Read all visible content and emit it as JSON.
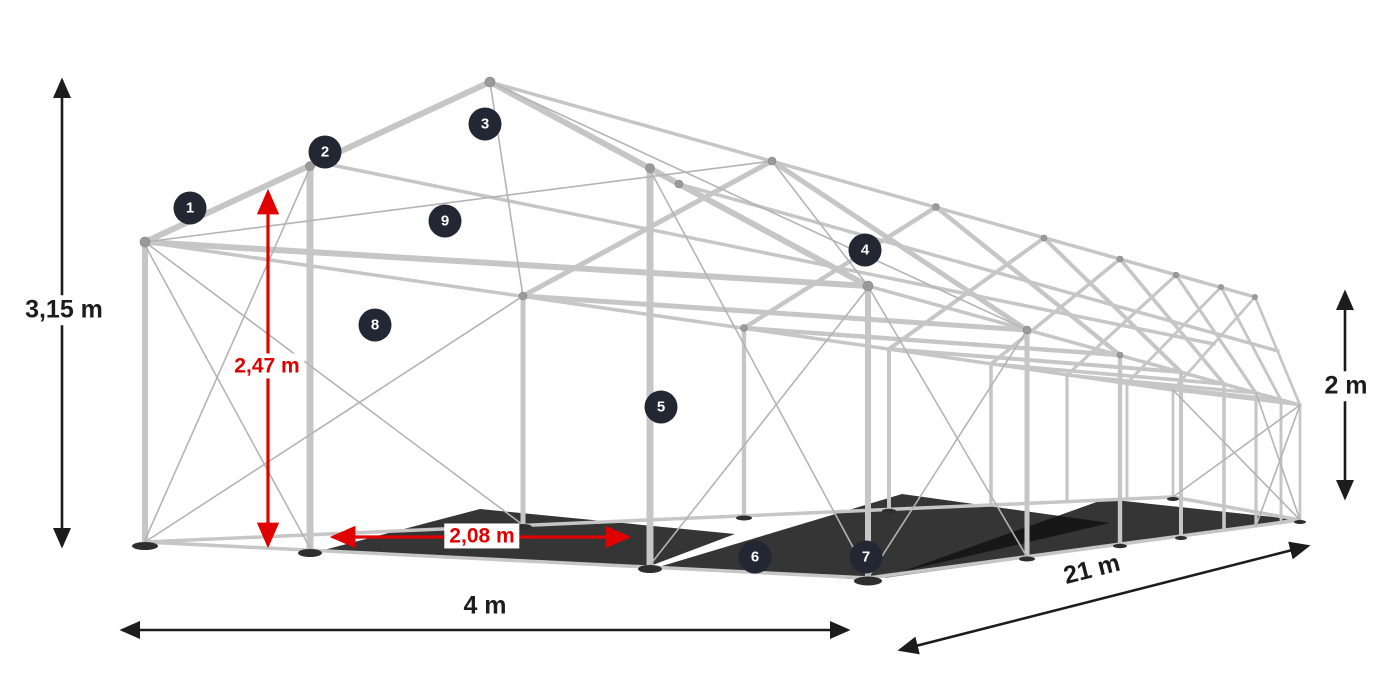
{
  "dimensions": {
    "total_height": "3,15 m",
    "clearance_height": "2,47 m",
    "entrance_width": "2,08 m",
    "side_height": "2 m",
    "width": "4 m",
    "length": "21 m"
  },
  "badges": [
    {
      "number": "1"
    },
    {
      "number": "2"
    },
    {
      "number": "3"
    },
    {
      "number": "4"
    },
    {
      "number": "5"
    },
    {
      "number": "6"
    },
    {
      "number": "7"
    },
    {
      "number": "8"
    },
    {
      "number": "9"
    }
  ],
  "colors": {
    "accent_red": "#e00000",
    "dimension_black": "#1c1c1c",
    "badge_bg": "#222733",
    "badge_text": "#ffffff",
    "tube_gray": "#c6c6c6",
    "brace_gray": "#b4b4b4",
    "joint_gray": "#9a9a9a",
    "shadow_black": "#121212"
  }
}
